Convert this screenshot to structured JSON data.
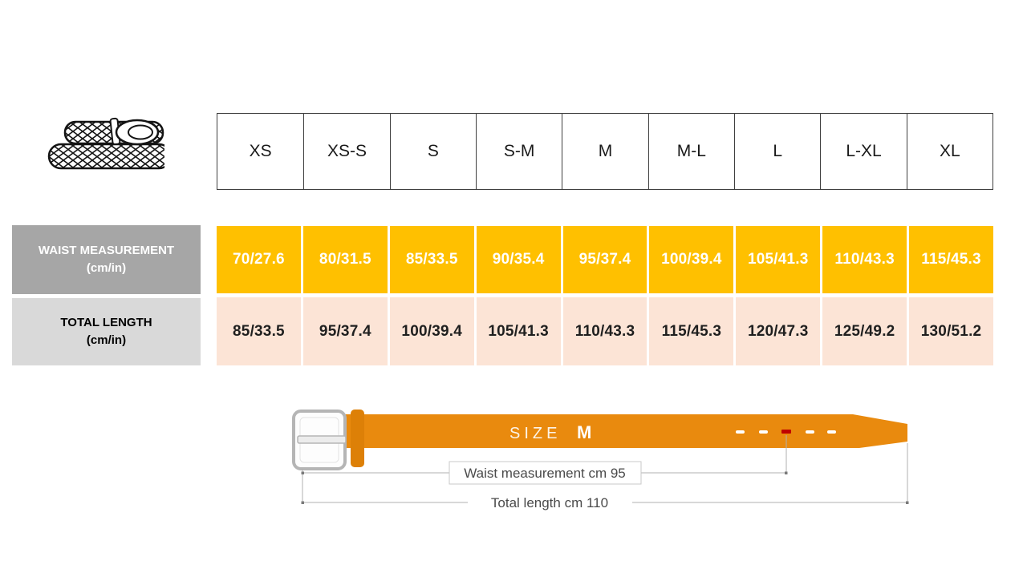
{
  "colors": {
    "waist_cell_bg": "#FFC000",
    "waist_cell_text": "#FFFFFF",
    "length_cell_bg": "#FCE4D6",
    "length_cell_text": "#1F1F1F",
    "waist_header_bg": "#A6A6A6",
    "waist_header_text": "#FFFFFF",
    "length_header_bg": "#D9D9D9",
    "length_header_text": "#000000",
    "table_border": "#3F3F3F",
    "belt_strap": "#E98A0E",
    "belt_keeper": "#DD8007",
    "hole_marker_red": "#C00000",
    "annotation": "#4A4A4A"
  },
  "size_row": {
    "labels": [
      "XS",
      "XS-S",
      "S",
      "S-M",
      "M",
      "M-L",
      "L",
      "L-XL",
      "XL"
    ]
  },
  "rows": {
    "waist": {
      "title": "WAIST MEASUREMENT",
      "unit": "(cm/in)",
      "values": [
        "70/27.6",
        "80/31.5",
        "85/33.5",
        "90/35.4",
        "95/37.4",
        "100/39.4",
        "105/41.3",
        "110/43.3",
        "115/45.3"
      ]
    },
    "length": {
      "title": "TOTAL LENGTH",
      "unit": "(cm/in)",
      "values": [
        "85/33.5",
        "95/37.4",
        "100/39.4",
        "105/41.3",
        "110/43.3",
        "115/45.3",
        "120/47.3",
        "125/49.2",
        "130/51.2"
      ]
    }
  },
  "diagram": {
    "size_word": "SIZE",
    "size_value": "M",
    "waist_label": "Waist measurement cm 95",
    "length_label": "Total length cm 110"
  }
}
